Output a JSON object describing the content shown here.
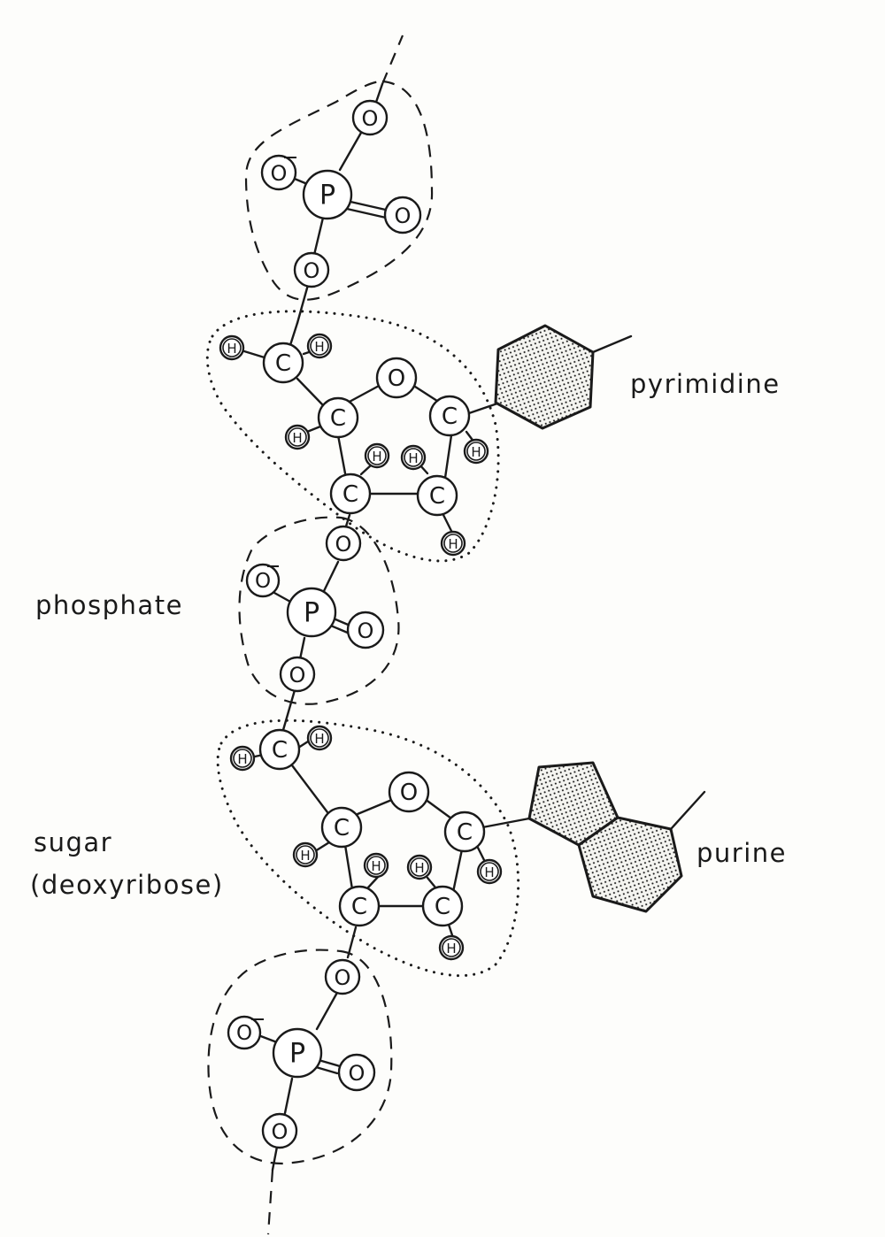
{
  "diagram": {
    "subject": "DNA strand backbone",
    "labels": {
      "pyrimidine": "pyrimidine",
      "phosphate": "phosphate",
      "sugar_line1": "sugar",
      "sugar_line2": "(deoxyribose)",
      "purine": "purine"
    },
    "atom_symbols": {
      "phosphorus": "P",
      "oxygen": "O",
      "oxygen_negative": "O",
      "carbon": "C",
      "hydrogen": "H",
      "negative_charge": "−"
    },
    "groups": [
      {
        "type": "phosphate",
        "outline": "dashed",
        "atoms": [
          "P",
          "O",
          "O−",
          "O",
          "O"
        ]
      },
      {
        "type": "sugar",
        "outline": "dotted",
        "atoms": [
          "C",
          "C",
          "C",
          "C",
          "C",
          "O",
          "H",
          "H",
          "H",
          "H",
          "H",
          "H",
          "H"
        ],
        "base": "pyrimidine"
      },
      {
        "type": "phosphate",
        "outline": "dashed",
        "atoms": [
          "P",
          "O",
          "O−",
          "O",
          "O"
        ]
      },
      {
        "type": "sugar",
        "outline": "dotted",
        "atoms": [
          "C",
          "C",
          "C",
          "C",
          "C",
          "O",
          "H",
          "H",
          "H",
          "H",
          "H",
          "H",
          "H"
        ],
        "base": "purine"
      },
      {
        "type": "phosphate",
        "outline": "dashed",
        "atoms": [
          "P",
          "O",
          "O−",
          "O",
          "O"
        ]
      }
    ],
    "colors": {
      "ink": "#1a1a1a",
      "paper": "#fdfdfb"
    }
  }
}
